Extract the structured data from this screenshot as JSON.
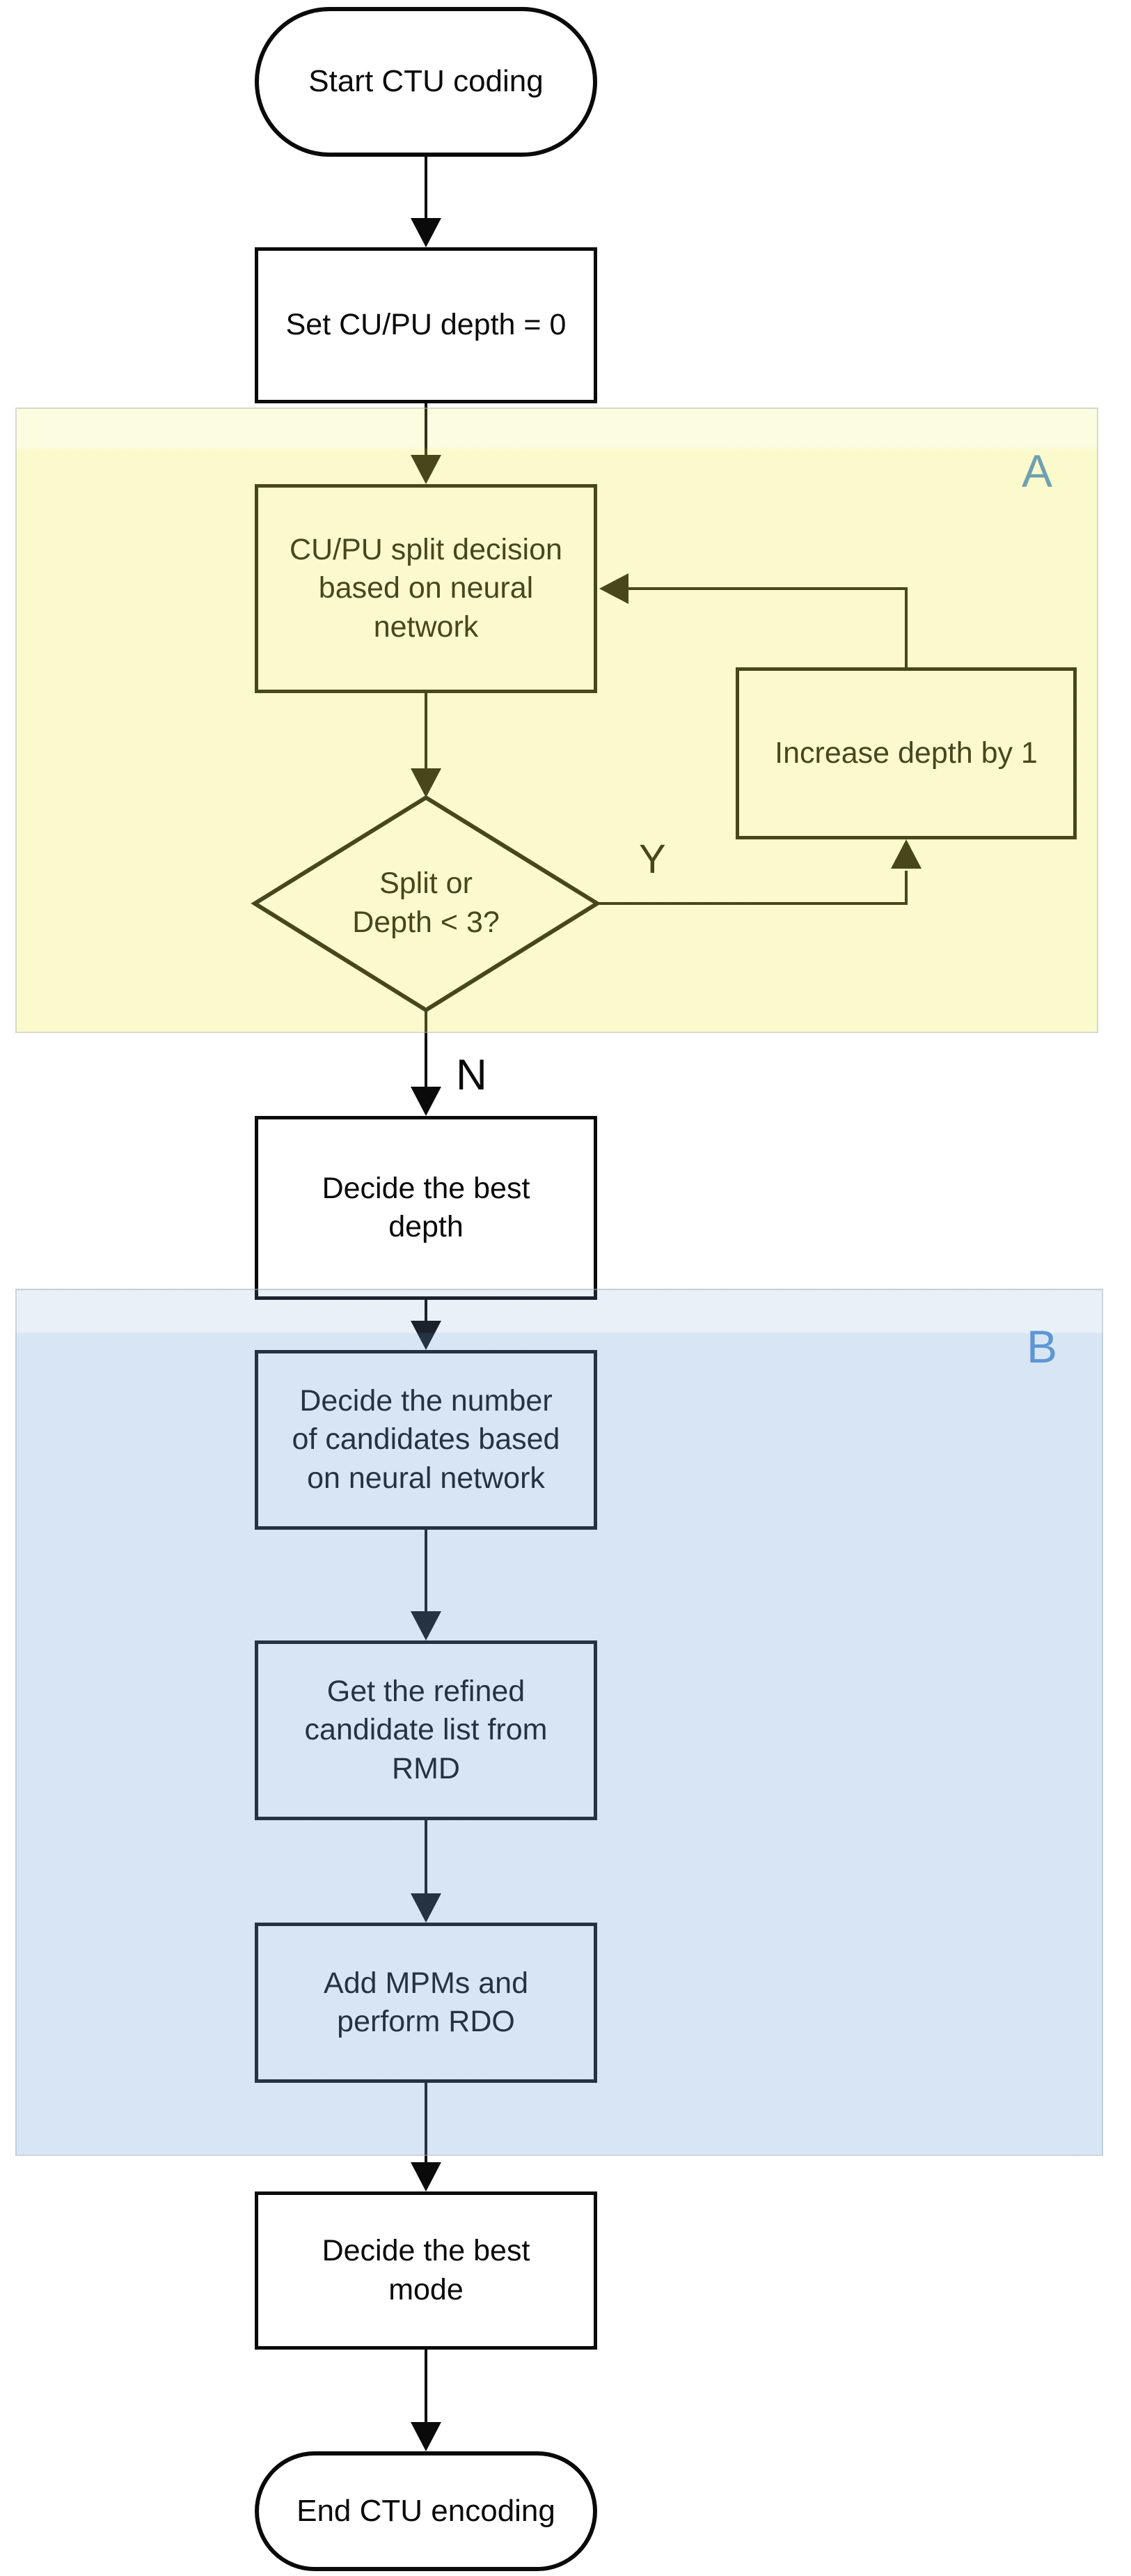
{
  "diagram": {
    "description": "CTU coding flowchart",
    "nodes": {
      "start": {
        "label": "Start CTU coding",
        "type": "terminator"
      },
      "set_depth": {
        "label": "Set CU/PU depth = 0",
        "type": "process"
      },
      "split_decision": {
        "label": "CU/PU split decision\nbased on neural\nnetwork",
        "type": "process"
      },
      "split_condition": {
        "label": "Split or\nDepth < 3?",
        "type": "decision"
      },
      "increase_depth": {
        "label": "Increase depth by 1",
        "type": "process"
      },
      "decide_depth": {
        "label": "Decide the best\ndepth",
        "type": "process"
      },
      "decide_candidates": {
        "label": "Decide the number\nof candidates based\non neural network",
        "type": "process"
      },
      "refined_list": {
        "label": "Get the refined\ncandidate list from\nRMD",
        "type": "process"
      },
      "add_mpms": {
        "label": "Add MPMs and\nperform RDO",
        "type": "process"
      },
      "decide_mode": {
        "label": "Decide the best\nmode",
        "type": "process"
      },
      "end": {
        "label": "End CTU encoding",
        "type": "terminator"
      }
    },
    "branches": {
      "yes_label": "Y",
      "no_label": "N"
    },
    "regions": {
      "a": {
        "label": "A",
        "label_color": "#6FA0AF",
        "fill": "#FAFAD1"
      },
      "b": {
        "label": "B",
        "label_color": "#5E96D4",
        "fill": "#D9E6F4"
      }
    },
    "colors": {
      "line": "#0a0a0a",
      "tinted_line_region_a": "#3B4220",
      "tinted_line_region_b": "#1E3246",
      "background": "#ffffff"
    }
  }
}
